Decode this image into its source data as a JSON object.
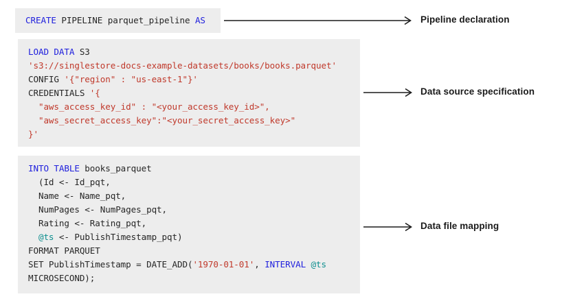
{
  "theme": {
    "page_background": "#ffffff",
    "code_block_background": "#ededed",
    "keyword_color": "#2020dd",
    "string_color": "#c0392b",
    "variable_color": "#0e8f8f",
    "text_color": "#262626",
    "arrow_color": "#1a1a1a",
    "label_color": "#1a1a1a"
  },
  "blocks": [
    {
      "id": "pipeline-declaration",
      "annotation": "Pipeline declaration",
      "lines": [
        [
          {
            "t": "CREATE",
            "c": "kw"
          },
          {
            "t": " PIPELINE parquet_pipeline ",
            "c": "pln"
          },
          {
            "t": "AS",
            "c": "kw"
          }
        ]
      ]
    },
    {
      "id": "data-source-specification",
      "annotation": "Data source specification",
      "lines": [
        [
          {
            "t": "LOAD DATA",
            "c": "kw"
          },
          {
            "t": " S3",
            "c": "pln"
          }
        ],
        [
          {
            "t": "'s3://singlestore-docs-example-datasets/books/books.parquet'",
            "c": "str"
          }
        ],
        [
          {
            "t": "CONFIG ",
            "c": "pln"
          },
          {
            "t": "'{\"region\" : \"us-east-1\"}'",
            "c": "str"
          }
        ],
        [
          {
            "t": "CREDENTIALS ",
            "c": "pln"
          },
          {
            "t": "'{",
            "c": "str"
          }
        ],
        [
          {
            "t": "  \"aws_access_key_id\" : \"<your_access_key_id>\",",
            "c": "str"
          }
        ],
        [
          {
            "t": "  \"aws_secret_access_key\":\"<your_secret_access_key>\"",
            "c": "str"
          }
        ],
        [
          {
            "t": "}'",
            "c": "str"
          }
        ]
      ]
    },
    {
      "id": "data-file-mapping",
      "annotation": "Data file mapping",
      "lines": [
        [
          {
            "t": "INTO TABLE",
            "c": "kw"
          },
          {
            "t": " books_parquet",
            "c": "pln"
          }
        ],
        [
          {
            "t": "  (Id <- Id_pqt,",
            "c": "pln"
          }
        ],
        [
          {
            "t": "  Name <- Name_pqt,",
            "c": "pln"
          }
        ],
        [
          {
            "t": "  NumPages <- NumPages_pqt,",
            "c": "pln"
          }
        ],
        [
          {
            "t": "  Rating <- Rating_pqt,",
            "c": "pln"
          }
        ],
        [
          {
            "t": "  ",
            "c": "pln"
          },
          {
            "t": "@ts",
            "c": "var"
          },
          {
            "t": " <- PublishTimestamp_pqt)",
            "c": "pln"
          }
        ],
        [
          {
            "t": "FORMAT PARQUET",
            "c": "pln"
          }
        ],
        [
          {
            "t": "SET PublishTimestamp = DATE_ADD(",
            "c": "pln"
          },
          {
            "t": "'1970-01-01'",
            "c": "str"
          },
          {
            "t": ", ",
            "c": "pln"
          },
          {
            "t": "INTERVAL",
            "c": "kw"
          },
          {
            "t": " ",
            "c": "pln"
          },
          {
            "t": "@ts",
            "c": "var"
          }
        ],
        [
          {
            "t": "MICROSECOND);",
            "c": "pln"
          }
        ]
      ]
    }
  ],
  "arrows": [
    {
      "id": "arrow-declaration",
      "points_to": "Pipeline declaration"
    },
    {
      "id": "arrow-source",
      "points_to": "Data source specification"
    },
    {
      "id": "arrow-mapping",
      "points_to": "Data file mapping"
    }
  ]
}
